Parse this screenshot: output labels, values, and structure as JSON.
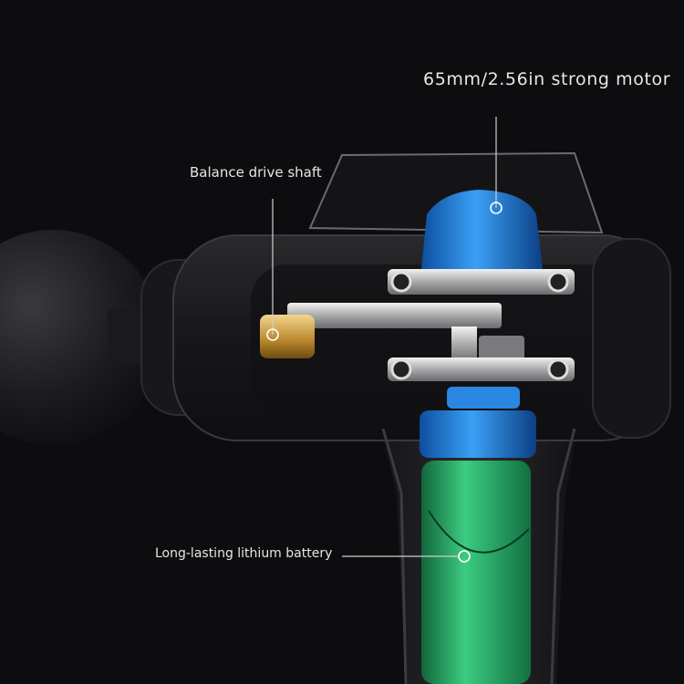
{
  "callouts": {
    "motor": "65mm/2.56in strong motor",
    "shaft": "Balance drive shaft",
    "battery": "Long-lasting lithium battery"
  },
  "colors": {
    "background": "#0d0d0f",
    "motor": "#2a86e0",
    "battery": "#2fb86e",
    "label": "#e6e6e6"
  }
}
